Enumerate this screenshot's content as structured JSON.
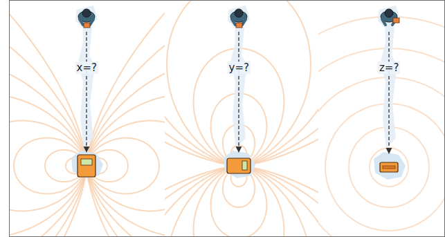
{
  "diagram": {
    "labels": [
      "x=?",
      "y=?",
      "z=?"
    ]
  }
}
